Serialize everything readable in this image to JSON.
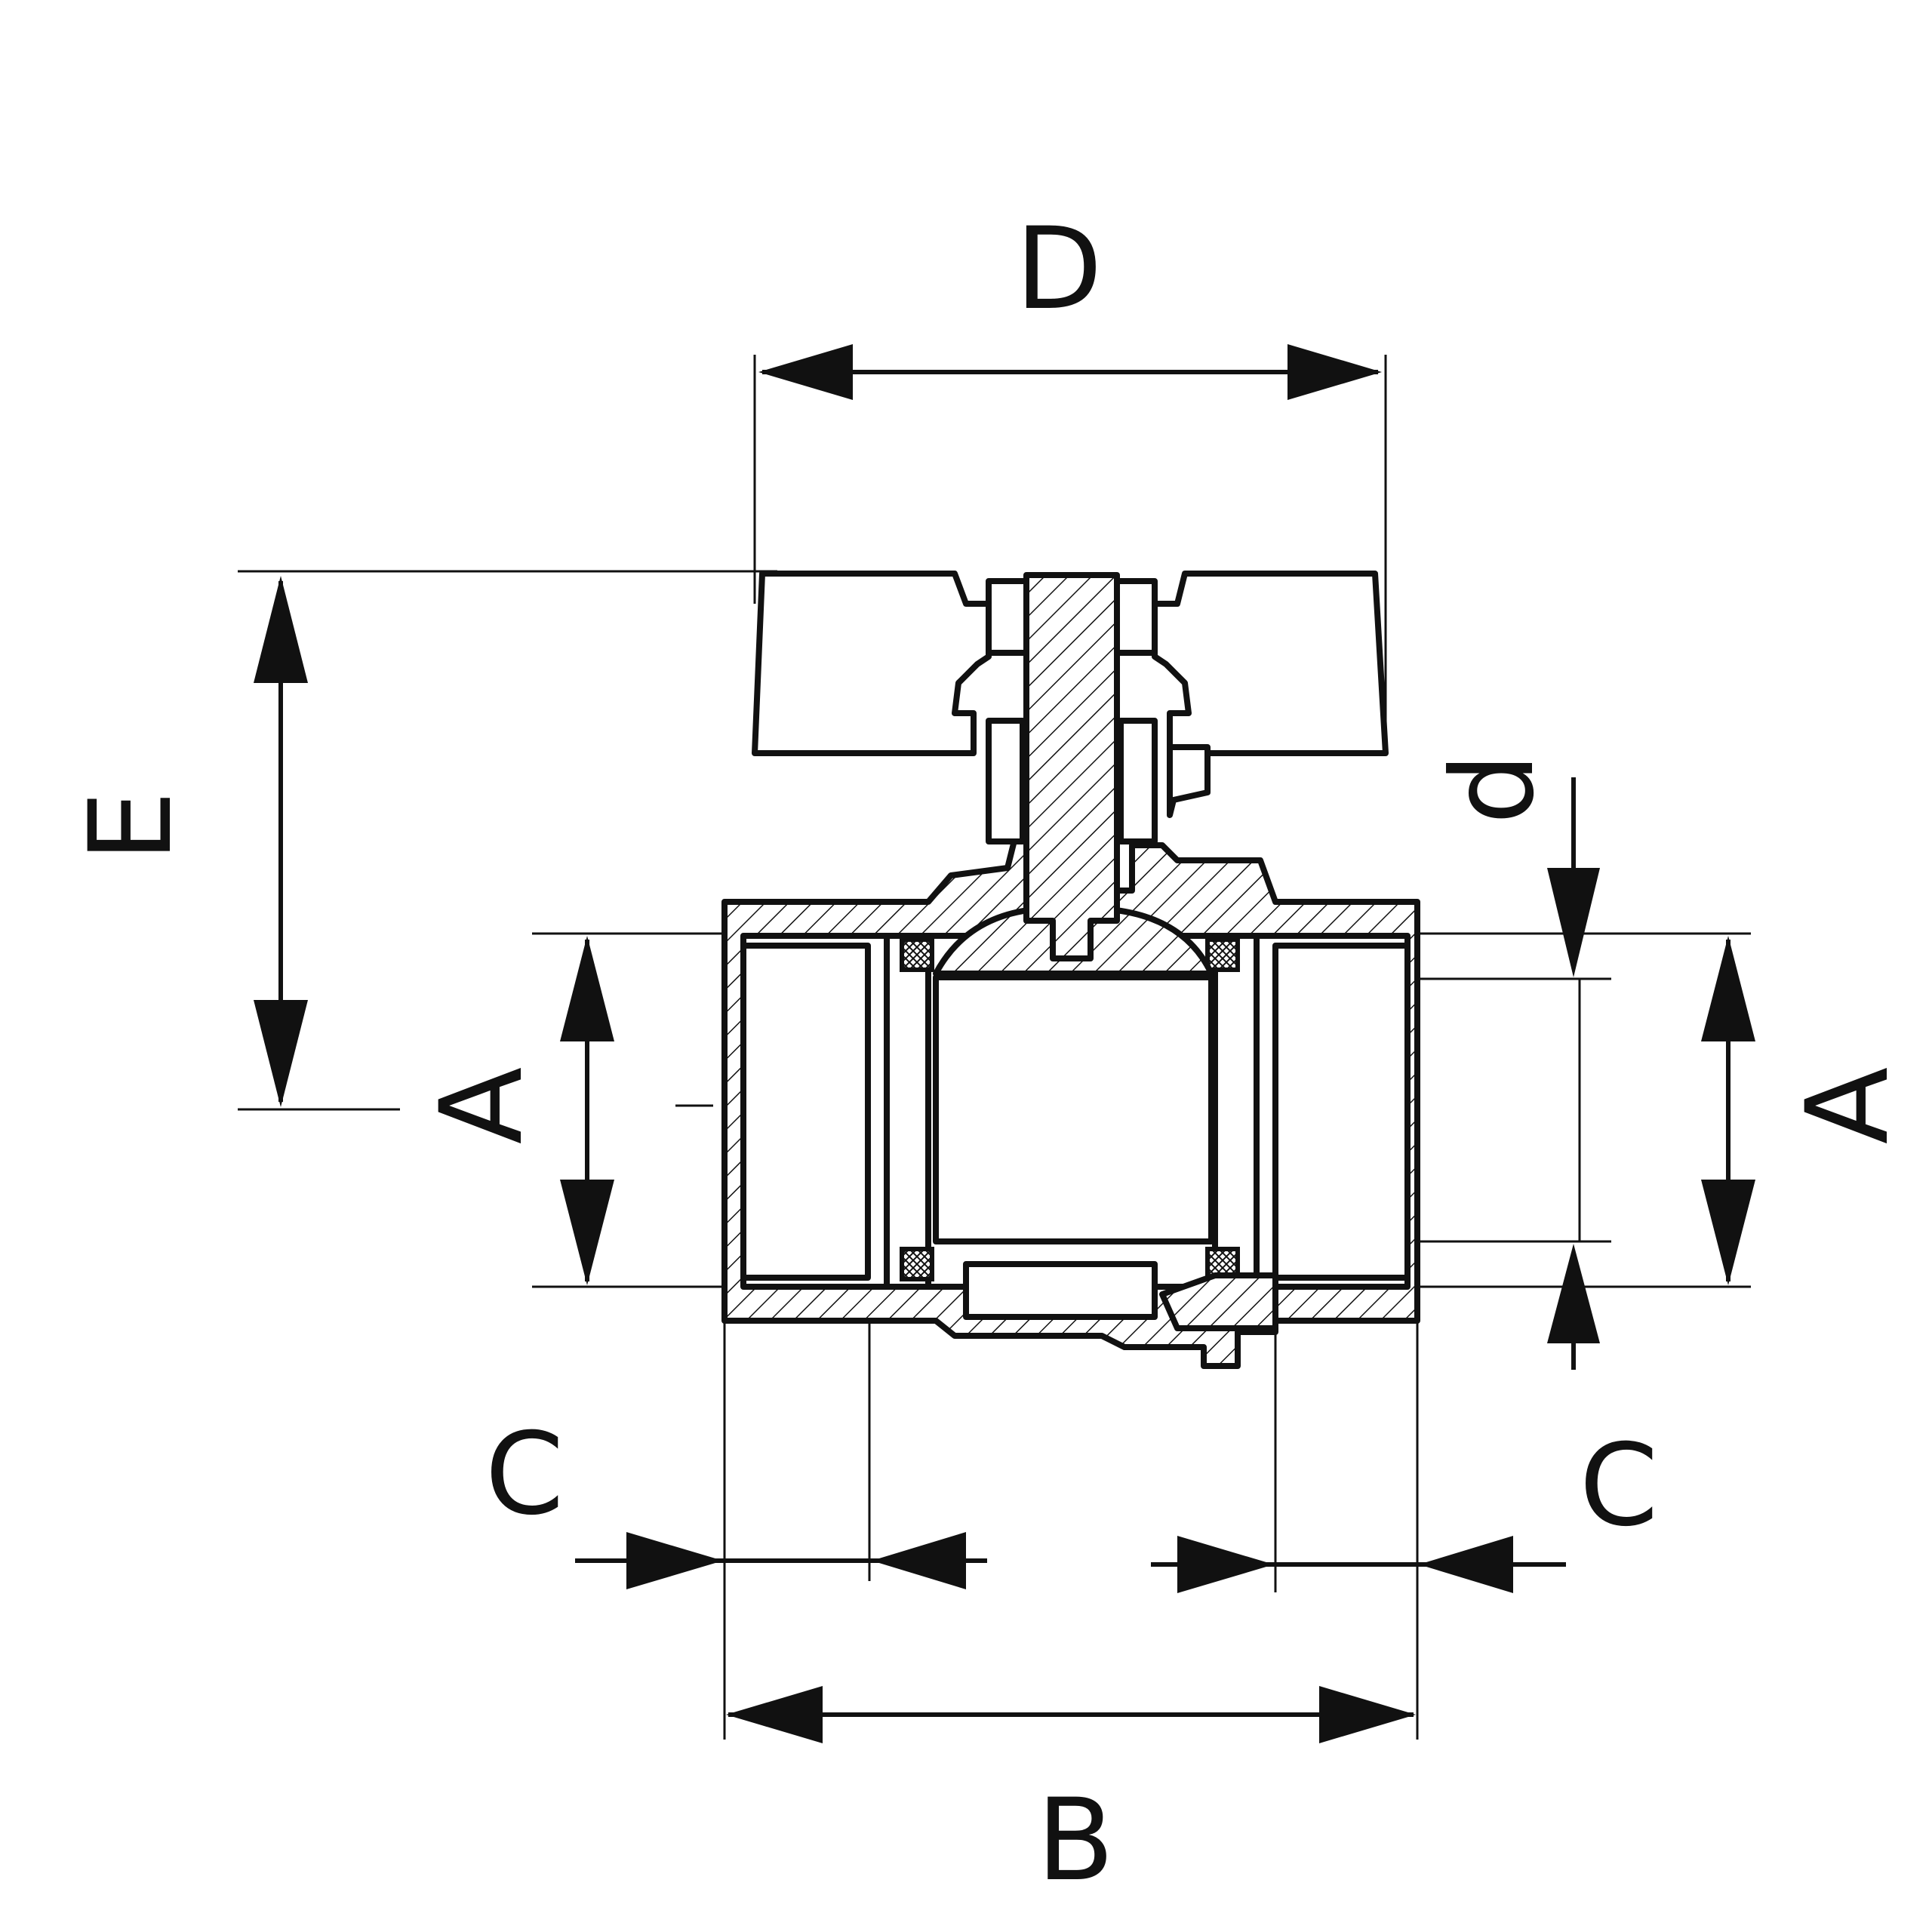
{
  "labels": {
    "D": "D",
    "E": "E",
    "d": "d",
    "A_left": "A",
    "A_right": "A",
    "C_left": "C",
    "C_right": "C",
    "B": "B"
  },
  "colors": {
    "line": "#111111",
    "background": "#ffffff"
  }
}
